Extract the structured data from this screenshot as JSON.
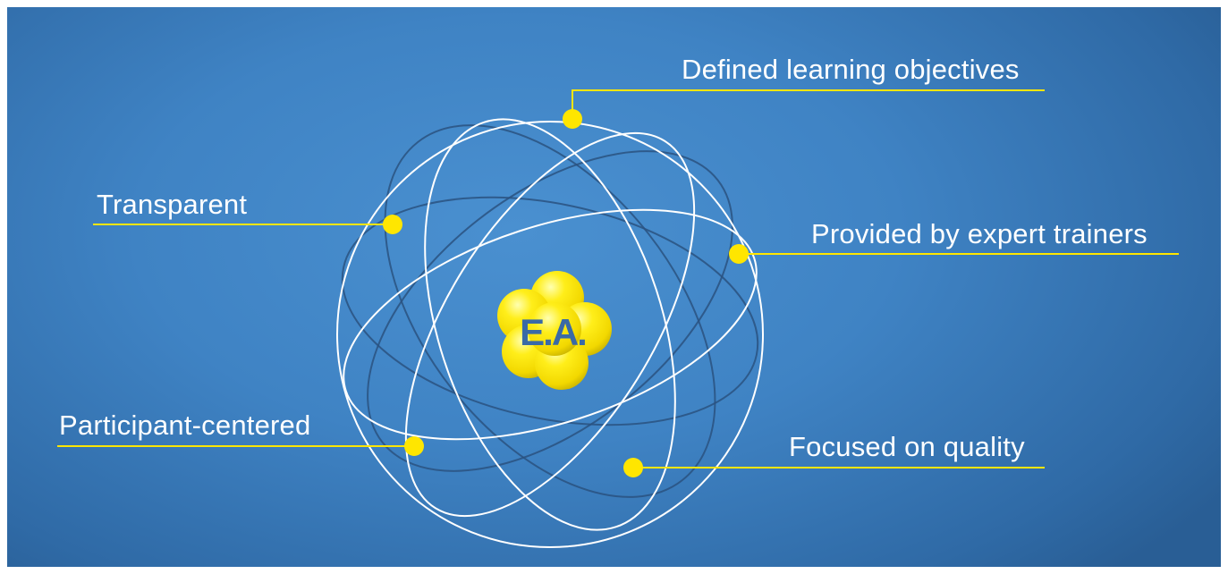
{
  "labels": {
    "defined": "Defined learning objectives",
    "transparent": "Transparent",
    "provided": "Provided by expert trainers",
    "participant": "Participant-centered",
    "focused": "Focused on quality"
  },
  "nucleus_text": "E.A.",
  "colors": {
    "background": "#3f83c4",
    "accent_yellow": "#ffe600",
    "orbit_white": "#ffffff",
    "orbit_dark": "#2a5280",
    "nucleus_text": "#3a6aa6"
  }
}
